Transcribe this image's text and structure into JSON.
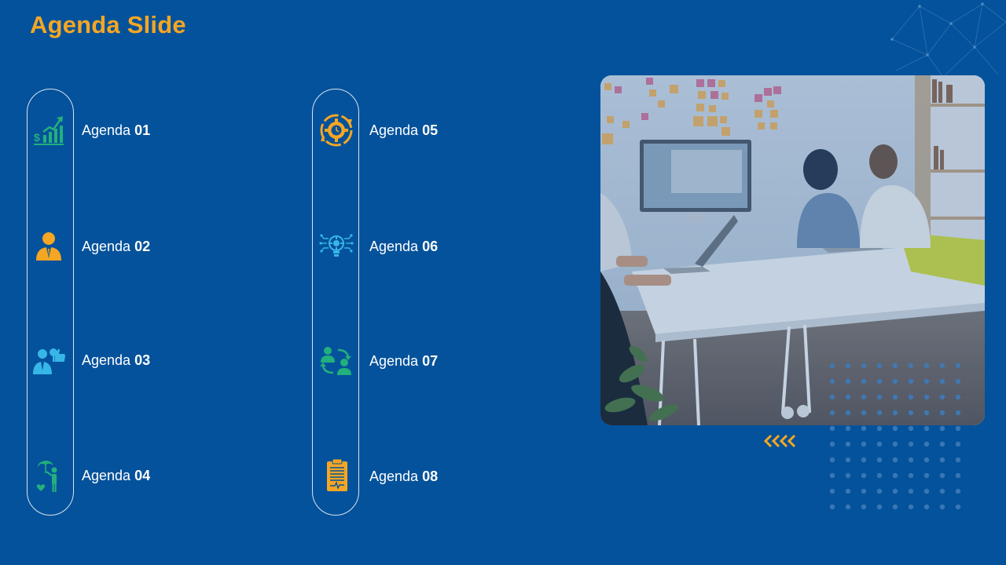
{
  "slide": {
    "title": "Agenda Slide"
  },
  "agenda": {
    "items": [
      {
        "prefix": "Agenda",
        "number": "01",
        "icon": "growth-chart-icon",
        "color": "#22b07d"
      },
      {
        "prefix": "Agenda",
        "number": "02",
        "icon": "businessman-icon",
        "color": "#f5a623"
      },
      {
        "prefix": "Agenda",
        "number": "03",
        "icon": "approval-people-icon",
        "color": "#37b6e8"
      },
      {
        "prefix": "Agenda",
        "number": "04",
        "icon": "umbrella-care-icon",
        "color": "#22b07d"
      },
      {
        "prefix": "Agenda",
        "number": "05",
        "icon": "gear-clock-icon",
        "color": "#f5a623"
      },
      {
        "prefix": "Agenda",
        "number": "06",
        "icon": "idea-bulb-icon",
        "color": "#37b6e8"
      },
      {
        "prefix": "Agenda",
        "number": "07",
        "icon": "people-exchange-icon",
        "color": "#22b07d"
      },
      {
        "prefix": "Agenda",
        "number": "08",
        "icon": "clipboard-icon",
        "color": "#f5a623"
      }
    ]
  },
  "colors": {
    "background": "#04529b",
    "accent": "#f5a623",
    "outline": "#d8e4f2"
  }
}
